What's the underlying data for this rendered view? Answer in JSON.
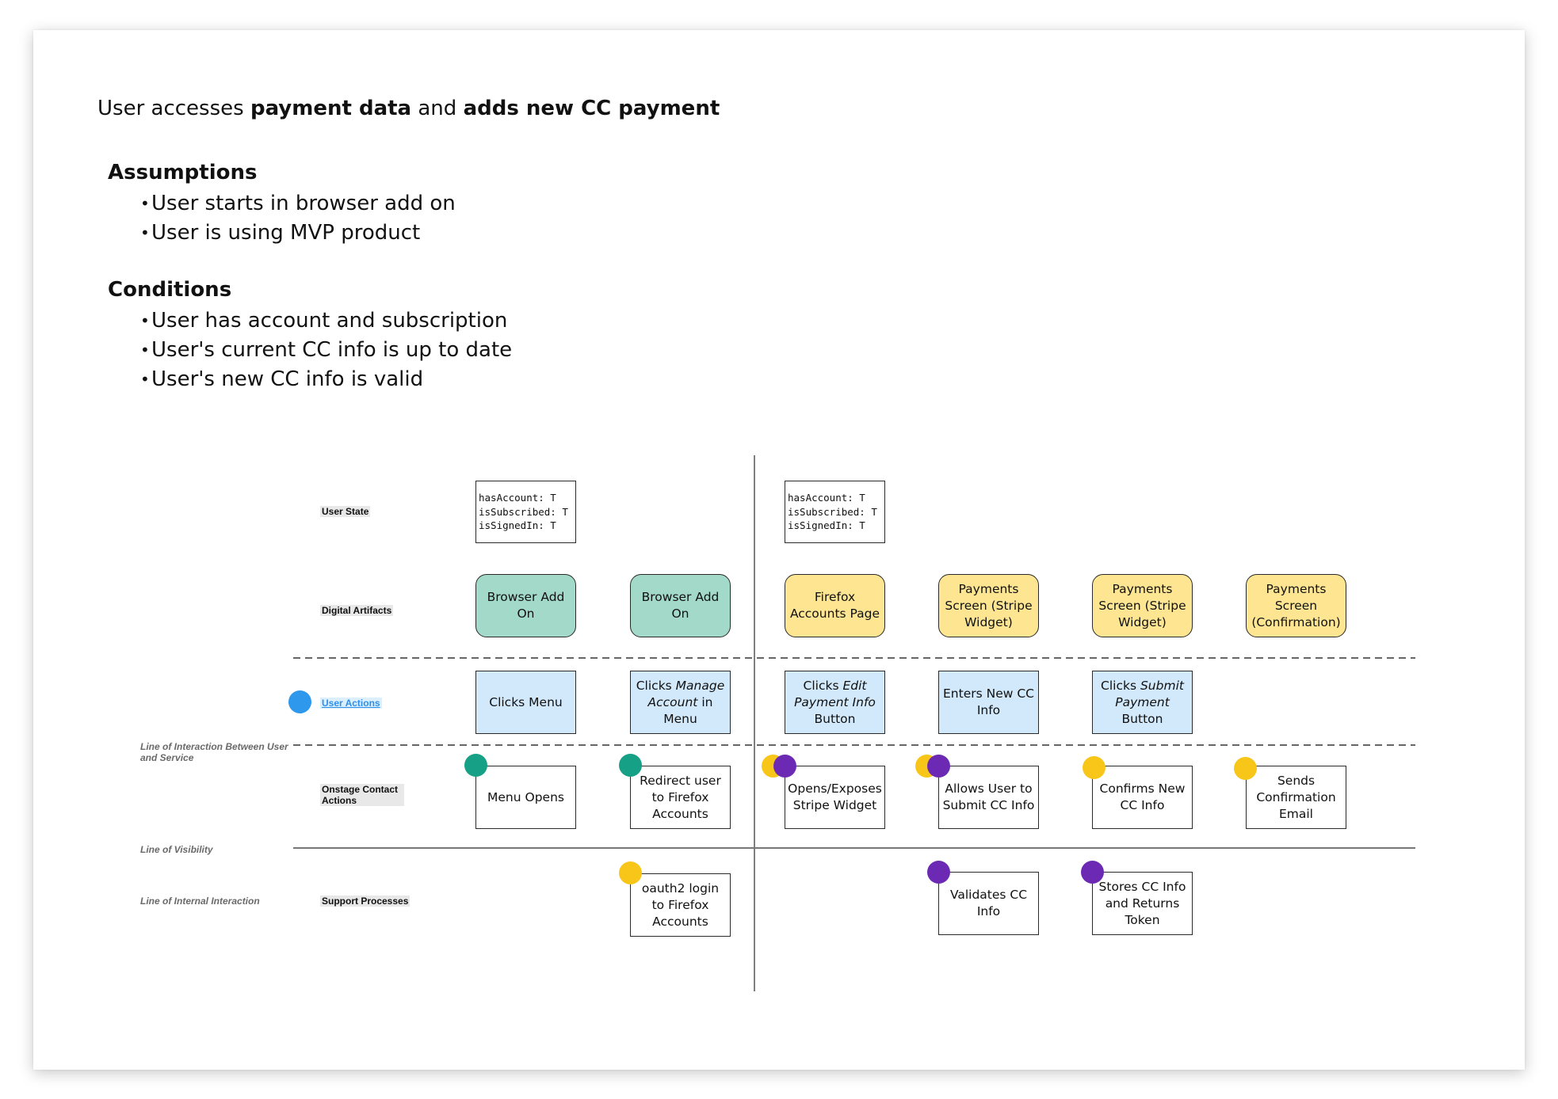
{
  "title": {
    "prefix": "User accesses ",
    "bold1": "payment data",
    "middle": " and ",
    "bold2": "adds new CC payment"
  },
  "assumptions": {
    "heading": "Assumptions",
    "items": [
      "User starts in browser add on",
      "User is using MVP product"
    ]
  },
  "conditions": {
    "heading": "Conditions",
    "items": [
      "User has account and subscription",
      "User's current CC info is up to date",
      "User's new CC info is valid"
    ]
  },
  "blueprint": {
    "row_labels": {
      "user_state": "User State",
      "digital_artifacts": "Digital Artifacts",
      "user_actions": "User Actions",
      "onstage": "Onstage Contact Actions",
      "support": "Support Processes"
    },
    "side_labels": {
      "interaction": "Line of Interaction Between User and Service",
      "visibility": "Line of Visibility",
      "internal": "Line of Internal Interaction"
    },
    "user_state": [
      "hasAccount: T\nisSubscribed: T\nisSignedIn: T",
      "hasAccount: T\nisSubscribed: T\nisSignedIn: T"
    ],
    "digital_artifacts": [
      "Browser Add On",
      "Browser Add On",
      "Firefox Accounts Page",
      "Payments Screen (Stripe Widget)",
      "Payments Screen (Stripe Widget)",
      "Payments Screen (Confirmation)"
    ],
    "user_actions": [
      {
        "pre": "Clicks Menu",
        "em": "",
        "post": ""
      },
      {
        "pre": "Clicks ",
        "em": "Manage Account",
        "post": " in Menu"
      },
      {
        "pre": "Clicks ",
        "em": "Edit Payment Info",
        "post": " Button"
      },
      {
        "pre": "Enters New CC Info",
        "em": "",
        "post": ""
      },
      {
        "pre": "Clicks ",
        "em": "Submit Payment",
        "post": " Button"
      }
    ],
    "onstage": [
      "Menu Opens",
      "Redirect user to Firefox Accounts",
      "Opens/Exposes Stripe Widget",
      "Allows User to Submit CC Info",
      "Confirms New CC Info",
      "Sends Confirmation Email"
    ],
    "support": [
      "oauth2 login to Firefox Accounts",
      "Validates CC Info",
      "Stores CC Info and Returns Token"
    ],
    "colors": {
      "teal": "#16a085",
      "yellow": "#f8c619",
      "purple": "#6c2ab4",
      "blue": "#2d98ec"
    }
  }
}
